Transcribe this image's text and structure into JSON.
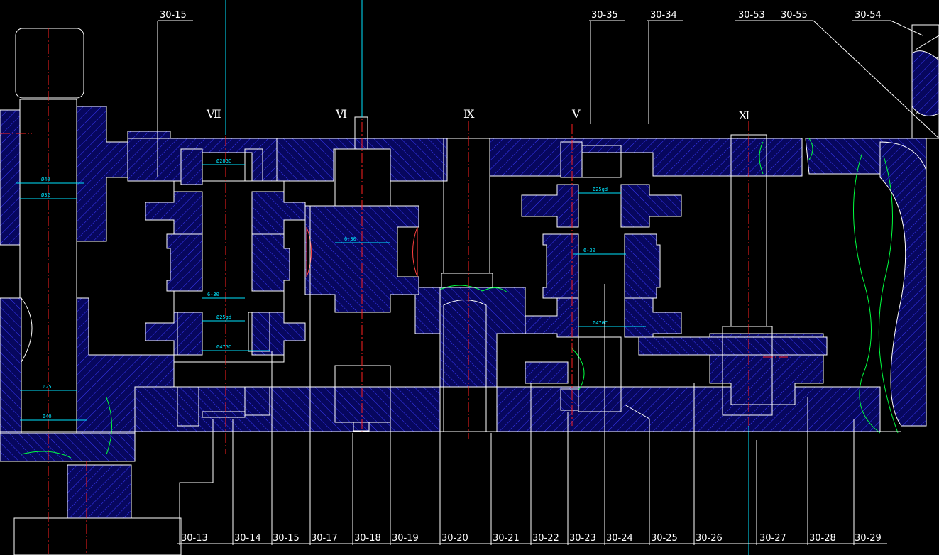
{
  "drawing": {
    "top_callouts": [
      "30-15",
      "30-35",
      "30-34",
      "30-53",
      "30-55",
      "30-54"
    ],
    "bottom_callouts": [
      "30-13",
      "30-14",
      "30-15",
      "30-17",
      "30-18",
      "30-19",
      "30-20",
      "30-21",
      "30-22",
      "30-23",
      "30-24",
      "30-25",
      "30-26",
      "30-27",
      "30-28",
      "30-29"
    ],
    "shaft_numerals": [
      "Ⅶ",
      "Ⅵ",
      "Ⅸ",
      "Ⅴ",
      "Ⅺ"
    ],
    "dimensions": [
      "Ø40",
      "Ø32",
      "Ø25",
      "Ø40",
      "Ø28GC",
      "6-30",
      "Ø25gd",
      "Ø47GC",
      "6-30",
      "Ø25gd",
      "6-30",
      "Ø47GC"
    ]
  },
  "colors": {
    "background": "#000000",
    "section_fill": "#0a0a8c",
    "hatch": "#3a3aff",
    "outline": "#ffffff",
    "centerline": "#ff2020",
    "dimension": "#00e5ff",
    "breakline": "#00ff40"
  }
}
